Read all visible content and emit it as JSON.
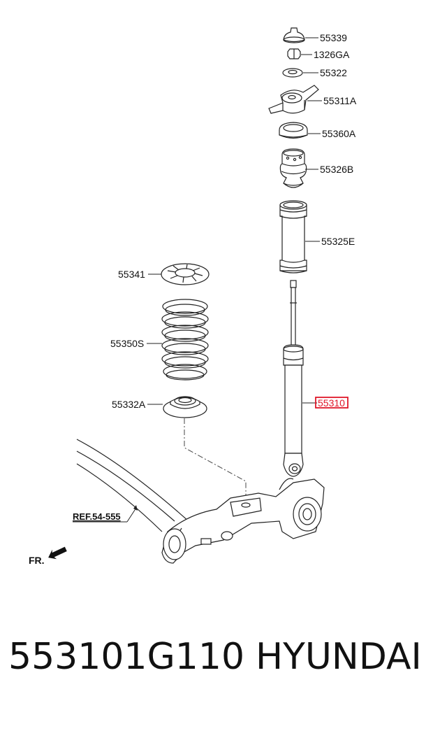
{
  "labels": {
    "p55339": "55339",
    "p1326ga": "1326GA",
    "p55322": "55322",
    "p55311a": "55311A",
    "p55360a": "55360A",
    "p55326b": "55326B",
    "p55325e": "55325E",
    "p55310": "55310",
    "p55341": "55341",
    "p55350s": "55350S",
    "p55332a": "55332A",
    "ref": "REF.54-555",
    "front": "FR."
  },
  "highlight_color": "#e0182a",
  "footer": {
    "part_number": "553101G110",
    "brand": "HYUNDAI"
  }
}
